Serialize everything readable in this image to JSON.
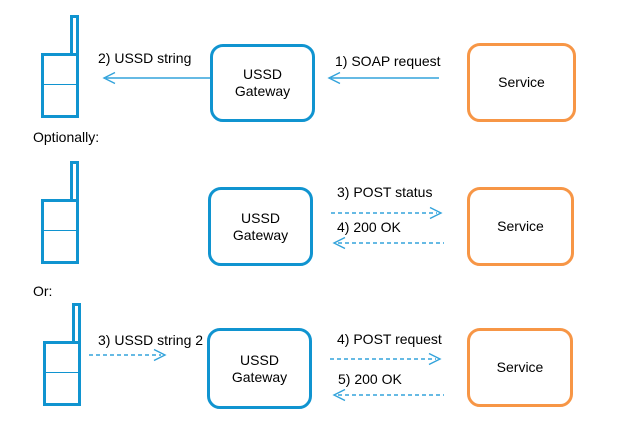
{
  "palette": {
    "shape_blue": "#1094D0",
    "arrow_blue": "#33A3DB",
    "shape_orange": "#F79646",
    "label_color": "#000000",
    "background": "#FFFFFF"
  },
  "icons": {
    "phone": "mobile-phone-icon"
  },
  "nodes": {
    "gateway_line1": "USSD",
    "gateway_line2": "Gateway",
    "service_label": "Service"
  },
  "flows": [
    {
      "name": "initial-flow",
      "section_label": "",
      "messages": [
        {
          "label": "2) USSD string",
          "direction": "left",
          "line_style": "solid"
        },
        {
          "label": "1) SOAP request",
          "direction": "left",
          "line_style": "solid"
        }
      ]
    },
    {
      "name": "optional-status-flow",
      "section_label": "Optionally:",
      "messages": [
        {
          "label": "3) POST status",
          "direction": "right",
          "line_style": "dashed"
        },
        {
          "label": "4) 200 OK",
          "direction": "left",
          "line_style": "dashed"
        }
      ]
    },
    {
      "name": "or-continue-flow",
      "section_label": "Or:",
      "messages": [
        {
          "label": "3) USSD string 2",
          "direction": "right",
          "line_style": "dashed"
        },
        {
          "label": "4) POST request",
          "direction": "right",
          "line_style": "dashed"
        },
        {
          "label": "5) 200 OK",
          "direction": "left",
          "line_style": "dashed"
        }
      ]
    }
  ]
}
